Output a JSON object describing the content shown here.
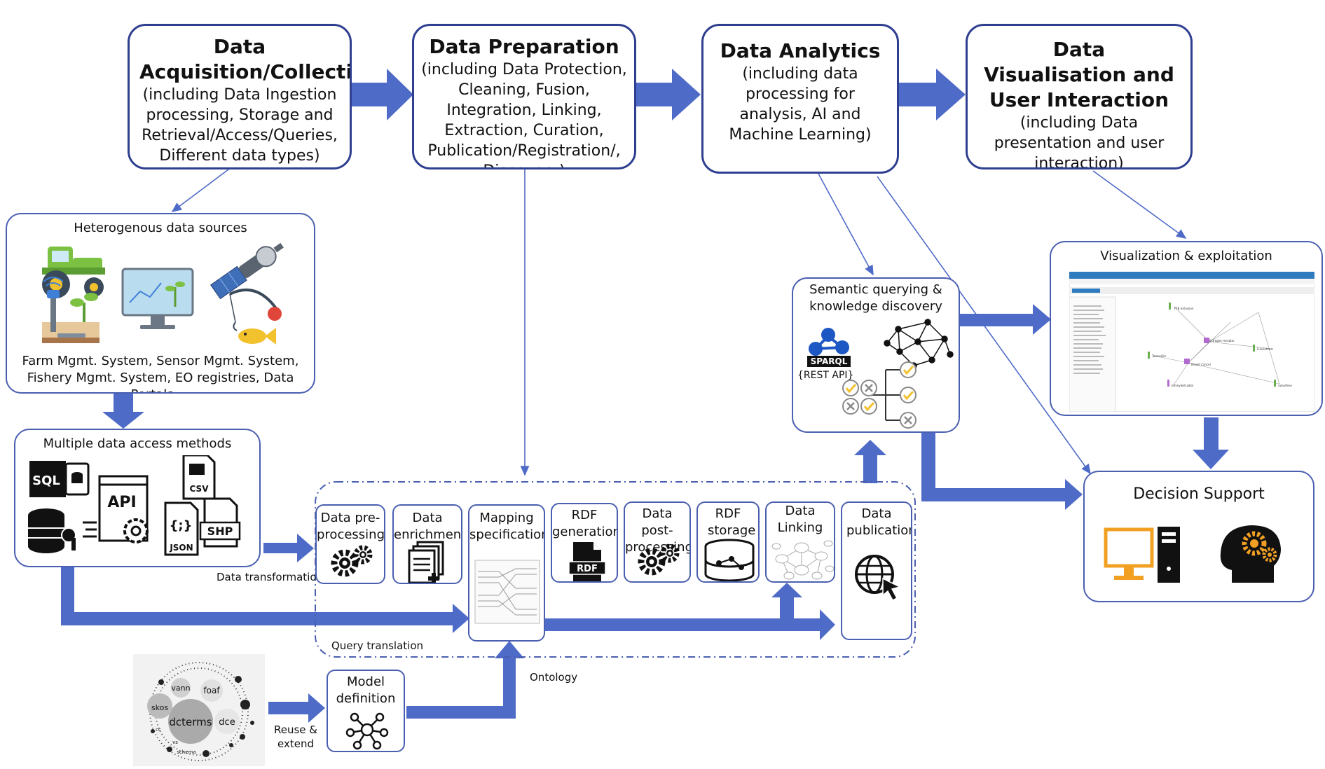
{
  "stages": {
    "acquisition": {
      "title": "Data Acquisition/Collection",
      "subtitle": "(including Data Ingestion processing, Storage and Retrieval/Access/Queries, Different data types)"
    },
    "preparation": {
      "title": "Data Preparation",
      "subtitle": "(including Data Protection, Cleaning, Fusion, Integration, Linking, Extraction, Curation, Publication/Registration/, Discovery)"
    },
    "analytics": {
      "title": "Data Analytics",
      "subtitle": "(including data processing for analysis, AI and Machine Learning)"
    },
    "visualisation": {
      "title": "Data Visualisation and User Interaction",
      "subtitle": "(including  Data presentation and user interaction)"
    }
  },
  "sources": {
    "title": "Heterogenous data sources",
    "caption": "Farm Mgmt. System, Sensor Mgmt. System, Fishery Mgmt. System, EO registries, Data Portals,…",
    "icons": [
      "tractor-icon",
      "satellite-icon",
      "soil-sensor-icon",
      "monitor-chart-icon",
      "fishing-icon"
    ]
  },
  "access": {
    "title": "Multiple data access methods",
    "badges": {
      "sql": "SQL",
      "api": "API",
      "csv": "CSV",
      "json": "JSON",
      "json_glyph": "{;}",
      "shp": "SHP"
    }
  },
  "pipeline": {
    "steps": [
      {
        "label": "Data pre-processing",
        "icon": "gears-icon"
      },
      {
        "label": "Data enrichment",
        "icon": "documents-add-icon"
      },
      {
        "label": "Mapping specification",
        "icon": "mapping-diagram-icon"
      },
      {
        "label": "RDF generation",
        "icon": "rdf-file-icon",
        "badge": "RDF"
      },
      {
        "label": "Data post-processing",
        "icon": "gears-icon"
      },
      {
        "label": "RDF storage",
        "icon": "database-graph-icon"
      },
      {
        "label": "Data Linking",
        "icon": "linked-graph-icon"
      },
      {
        "label": "Data publication",
        "icon": "globe-cursor-icon"
      }
    ],
    "data_transformation_label": "Data transformation",
    "query_translation_label": "Query translation",
    "ontology_label": "Ontology"
  },
  "model": {
    "title": "Model definition",
    "reuse_label": "Reuse & extend",
    "vocab": [
      "vann",
      "foaf",
      "skos",
      "dcterms",
      "dce",
      "cc",
      "vs",
      "schema"
    ]
  },
  "semantic": {
    "title": "Semantic querying & knowledge discovery",
    "sparql": "SPARQL",
    "rest": "{REST API}"
  },
  "visualization": {
    "title": "Visualization & exploitation",
    "screenshot_labels": [
      "FTB extrusion",
      "Estrogen receptor",
      "Breast Cancer",
      "Fulvestrant",
      "Tamoxifen",
      "ethinylestradiol",
      "raloxifene"
    ]
  },
  "decision": {
    "title": "Decision Support"
  },
  "colors": {
    "arrow": "#4f6bc8",
    "border": "#2e3f8f",
    "thin_line": "#4f6bc8",
    "gear_orange": "#f2a024",
    "check_yellow": "#f2c12e"
  }
}
